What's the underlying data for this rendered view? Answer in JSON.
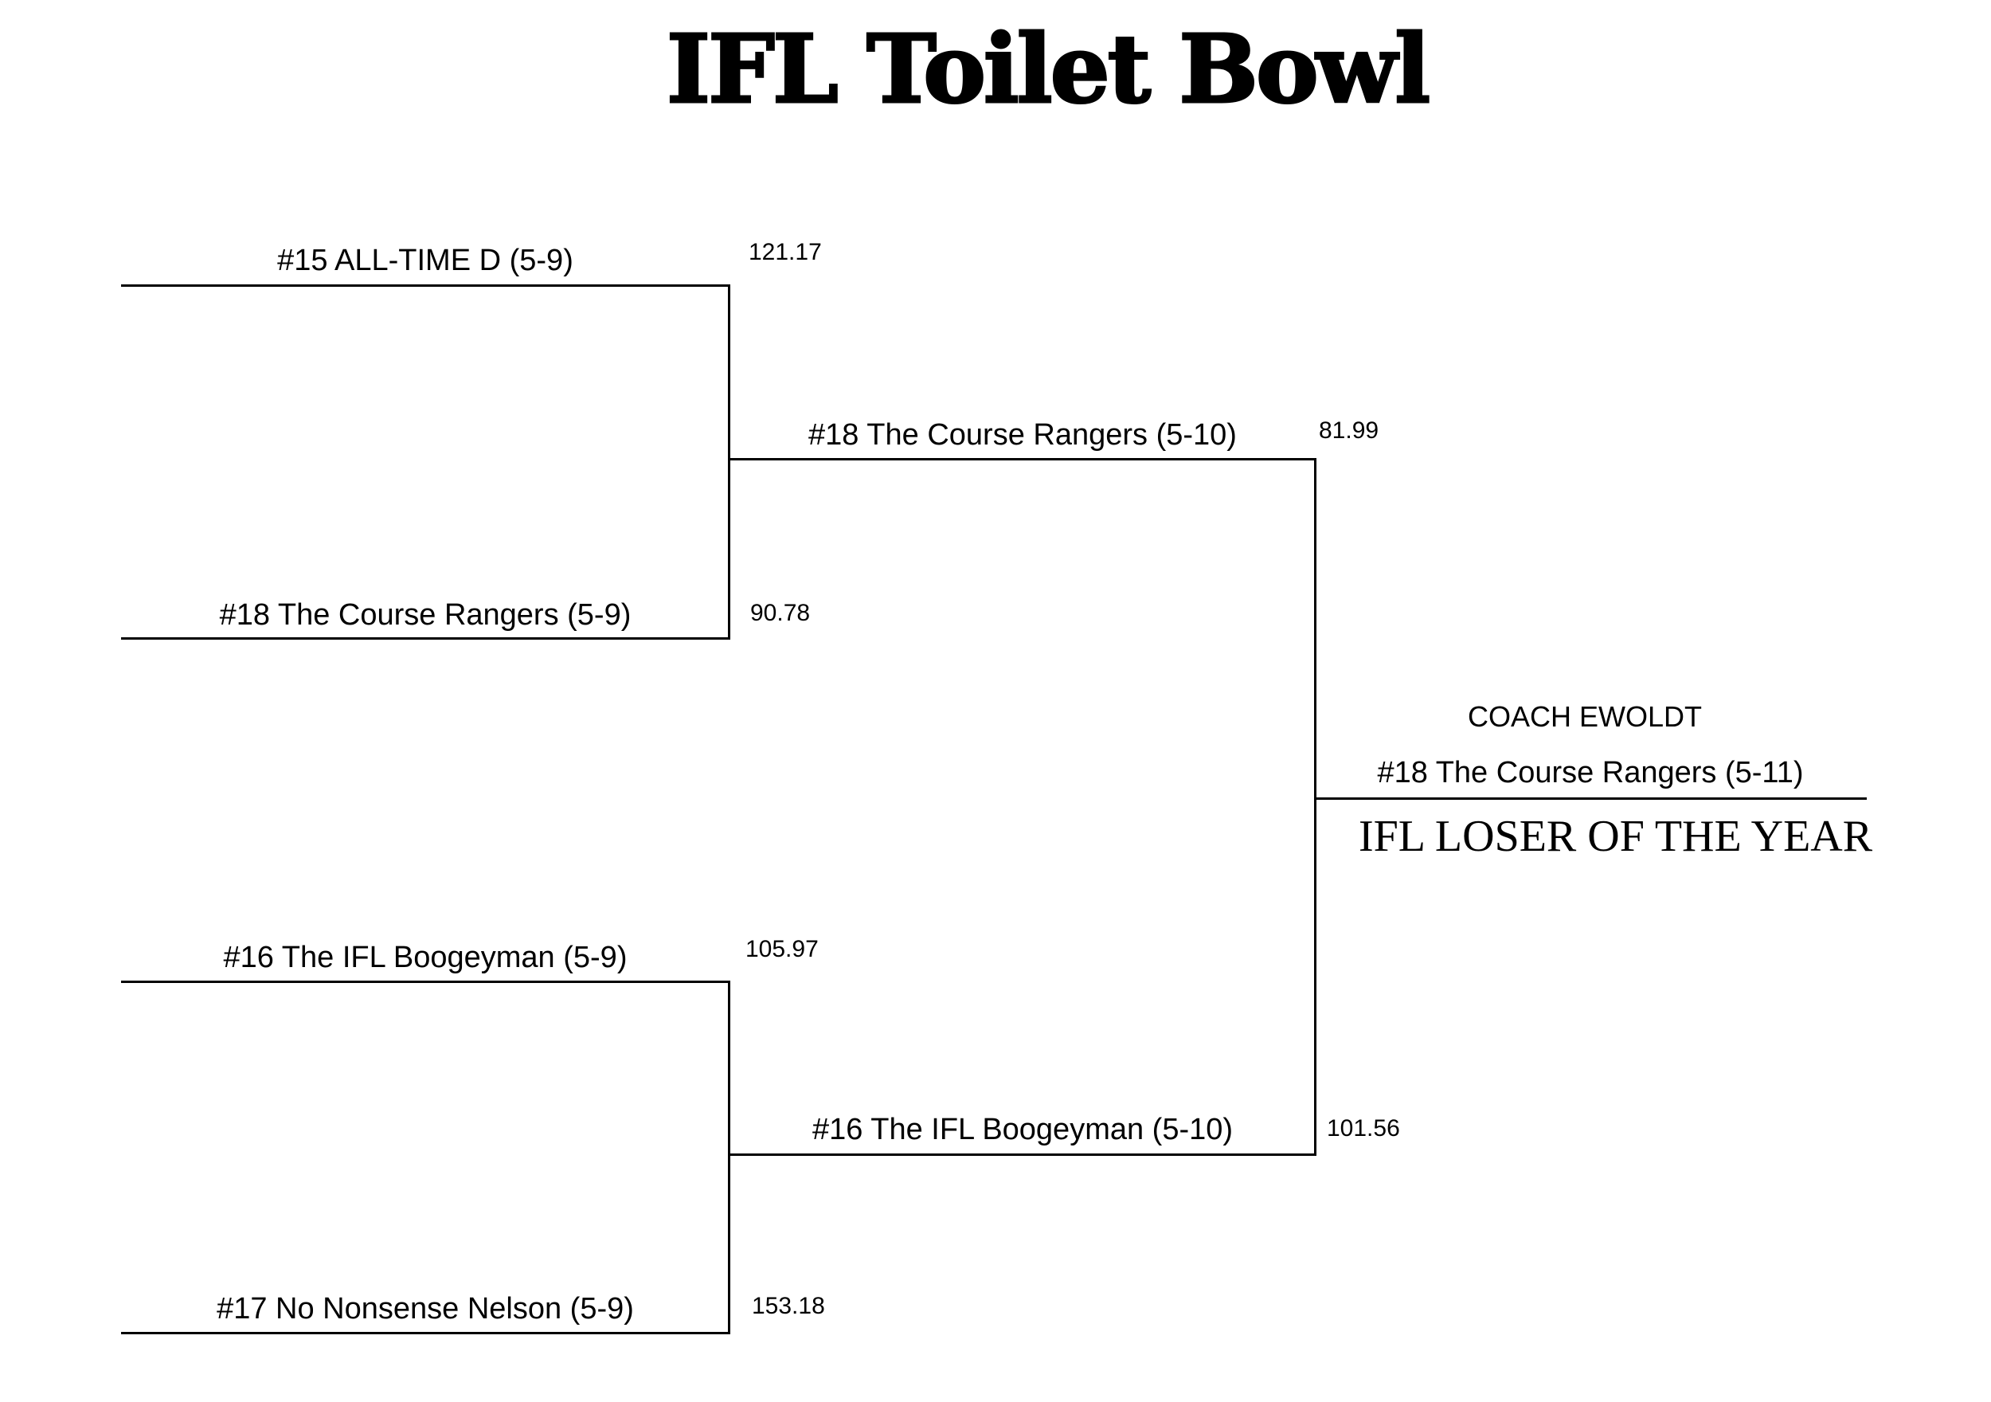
{
  "title": "IFL Toilet Bowl",
  "round1": {
    "match1": {
      "team_a": {
        "label": "#15 ALL-TIME D (5-9)",
        "score": "121.17"
      },
      "team_b": {
        "label": "#18 The Course Rangers (5-9)",
        "score": "90.78"
      }
    },
    "match2": {
      "team_a": {
        "label": "#16 The IFL Boogeyman (5-9)",
        "score": "105.97"
      },
      "team_b": {
        "label": "#17 No Nonsense Nelson (5-9)",
        "score": "153.18"
      }
    }
  },
  "round2": {
    "team_a": {
      "label": "#18 The Course Rangers (5-10)",
      "score": "81.99"
    },
    "team_b": {
      "label": "#16 The IFL Boogeyman (5-10)",
      "score": "101.56"
    }
  },
  "result": {
    "coach": "COACH EWOLDT",
    "team": "#18 The Course Rangers (5-11)",
    "award": "IFL LOSER OF THE YEAR"
  }
}
